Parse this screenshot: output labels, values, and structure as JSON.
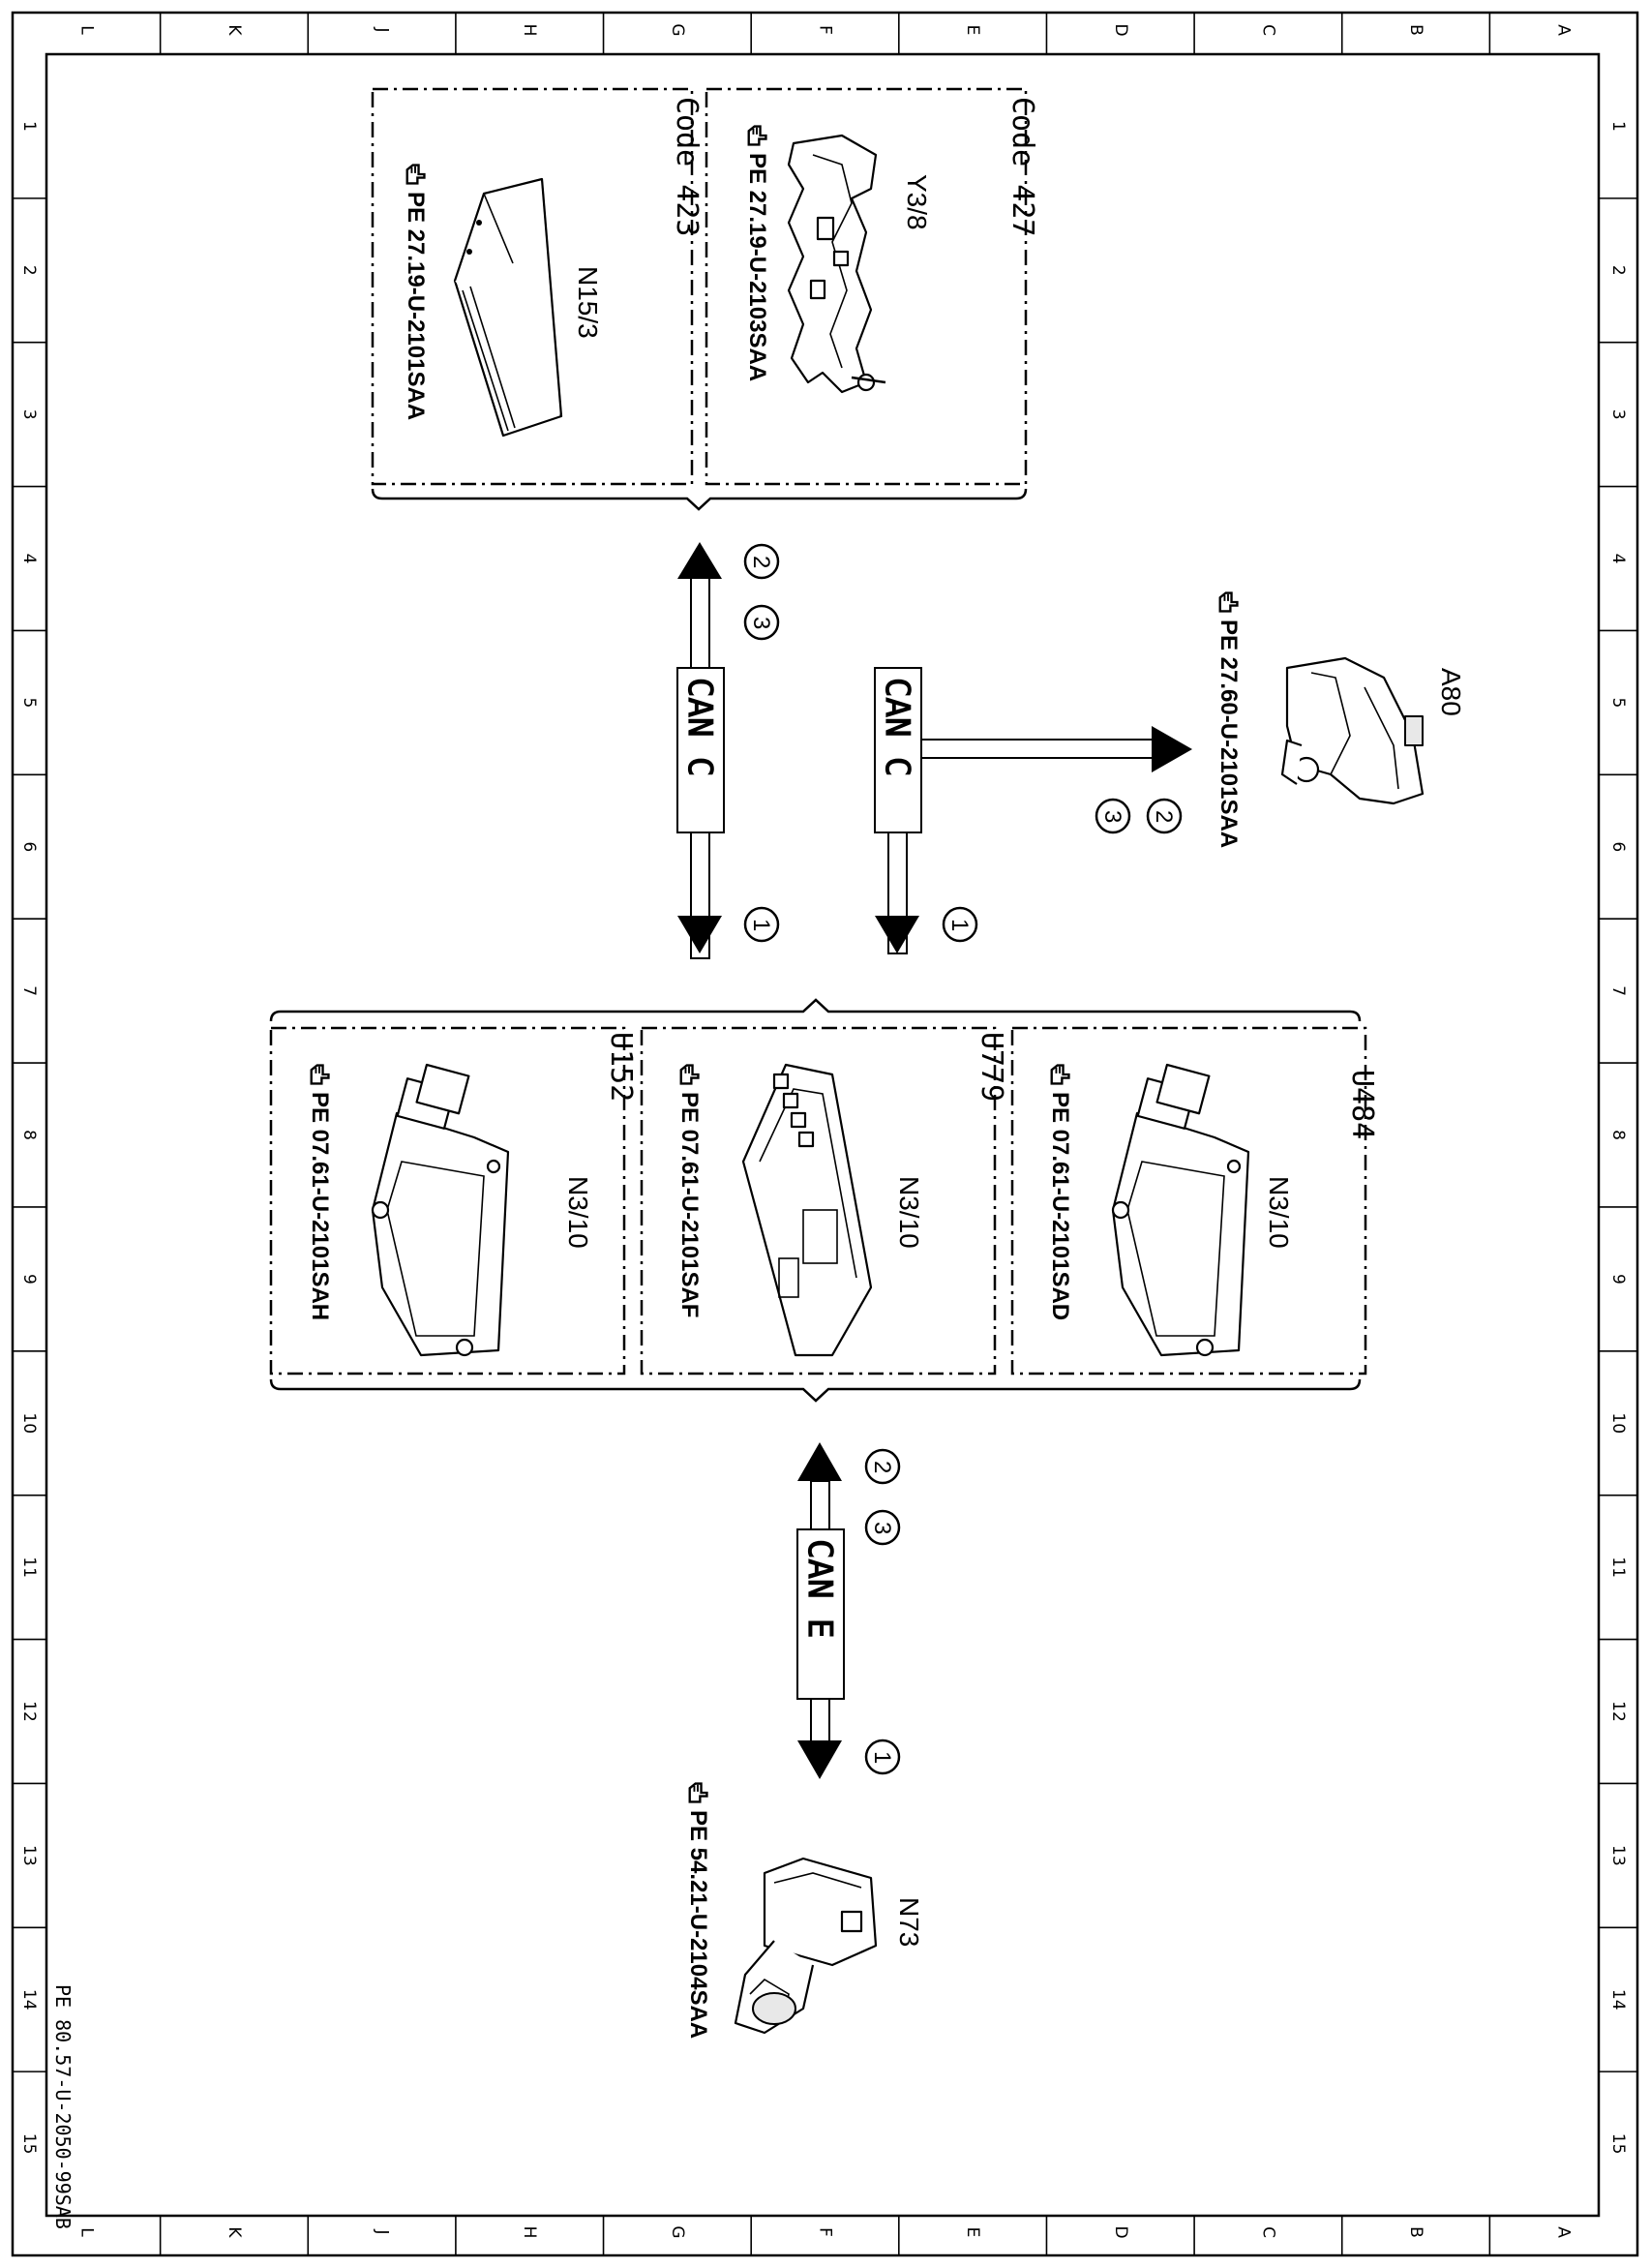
{
  "border": {
    "column_letters": [
      "L",
      "K",
      "J",
      "H",
      "G",
      "F",
      "E",
      "D",
      "C",
      "B",
      "A"
    ],
    "row_numbers": [
      "1",
      "2",
      "3",
      "4",
      "5",
      "6",
      "7",
      "8",
      "9",
      "10",
      "11",
      "12",
      "13",
      "14",
      "15"
    ]
  },
  "document_reference": "PE 80.57-U-2050-99SAB",
  "groups": {
    "top": {
      "modules": [
        {
          "code": "Code 427",
          "component": "Y3/8",
          "reference": "PE 27.19-U-2103SAA"
        },
        {
          "code": "Code 423",
          "component": "N15/3",
          "reference": "PE 27.19-U-2101SAA"
        }
      ]
    },
    "middle": {
      "modules": [
        {
          "code": "U484",
          "component": "N3/10",
          "reference": "PE 07.61-U-2101SAD"
        },
        {
          "code": "U779",
          "component": "N3/10",
          "reference": "PE 07.61-U-2101SAF"
        },
        {
          "code": "U152",
          "component": "N3/10",
          "reference": "PE 07.61-U-2101SAH"
        }
      ]
    }
  },
  "standalone": [
    {
      "component": "A80",
      "reference": "PE 27.60-U-2101SAA"
    },
    {
      "component": "N73",
      "reference": "PE 54.21-U-2104SAA"
    }
  ],
  "connections": [
    {
      "bus": "CAN C",
      "from": "top",
      "to": "middle",
      "markers_up": [
        "2",
        "3"
      ],
      "markers_down": [
        "1"
      ]
    },
    {
      "bus": "CAN C",
      "from": "middle",
      "to": "A80",
      "markers_right": [
        "2",
        "3"
      ],
      "markers_down": [
        "1"
      ]
    },
    {
      "bus": "CAN E",
      "from": "middle",
      "to": "N73",
      "markers_up": [
        "2",
        "3"
      ],
      "markers_down": [
        "1"
      ]
    }
  ],
  "colors": {
    "ink": "#000000",
    "paper": "#ffffff",
    "label_fill": "#ffffff"
  }
}
